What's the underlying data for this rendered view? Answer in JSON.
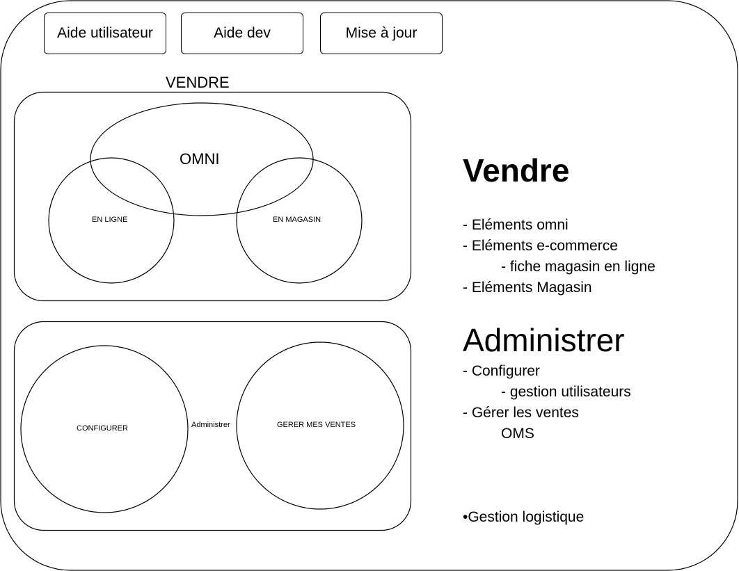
{
  "buttons": {
    "aide_utilisateur": "Aide utilisateur",
    "aide_dev": "Aide dev",
    "mise_a_jour": "Mise à jour"
  },
  "vendre_section": {
    "title": "VENDRE",
    "omni": "OMNI",
    "en_ligne": "EN LIGNE",
    "en_magasin": "EN MAGASIN"
  },
  "admin_section": {
    "configurer": "CONFIGURER",
    "center_label": "Administrer",
    "gerer_ventes": "GERER MES VENTES"
  },
  "notes": {
    "vendre_heading": "Vendre",
    "vendre_items": [
      "- Eléments omni",
      "- Eléments e-commerce",
      "- fiche magasin en ligne",
      "- Eléments Magasin"
    ],
    "admin_heading": "Administrer",
    "admin_items": [
      "- Configurer",
      "- gestion utilisateurs",
      "- Gérer les ventes",
      "OMS"
    ],
    "logistique": "•Gestion logistique"
  }
}
